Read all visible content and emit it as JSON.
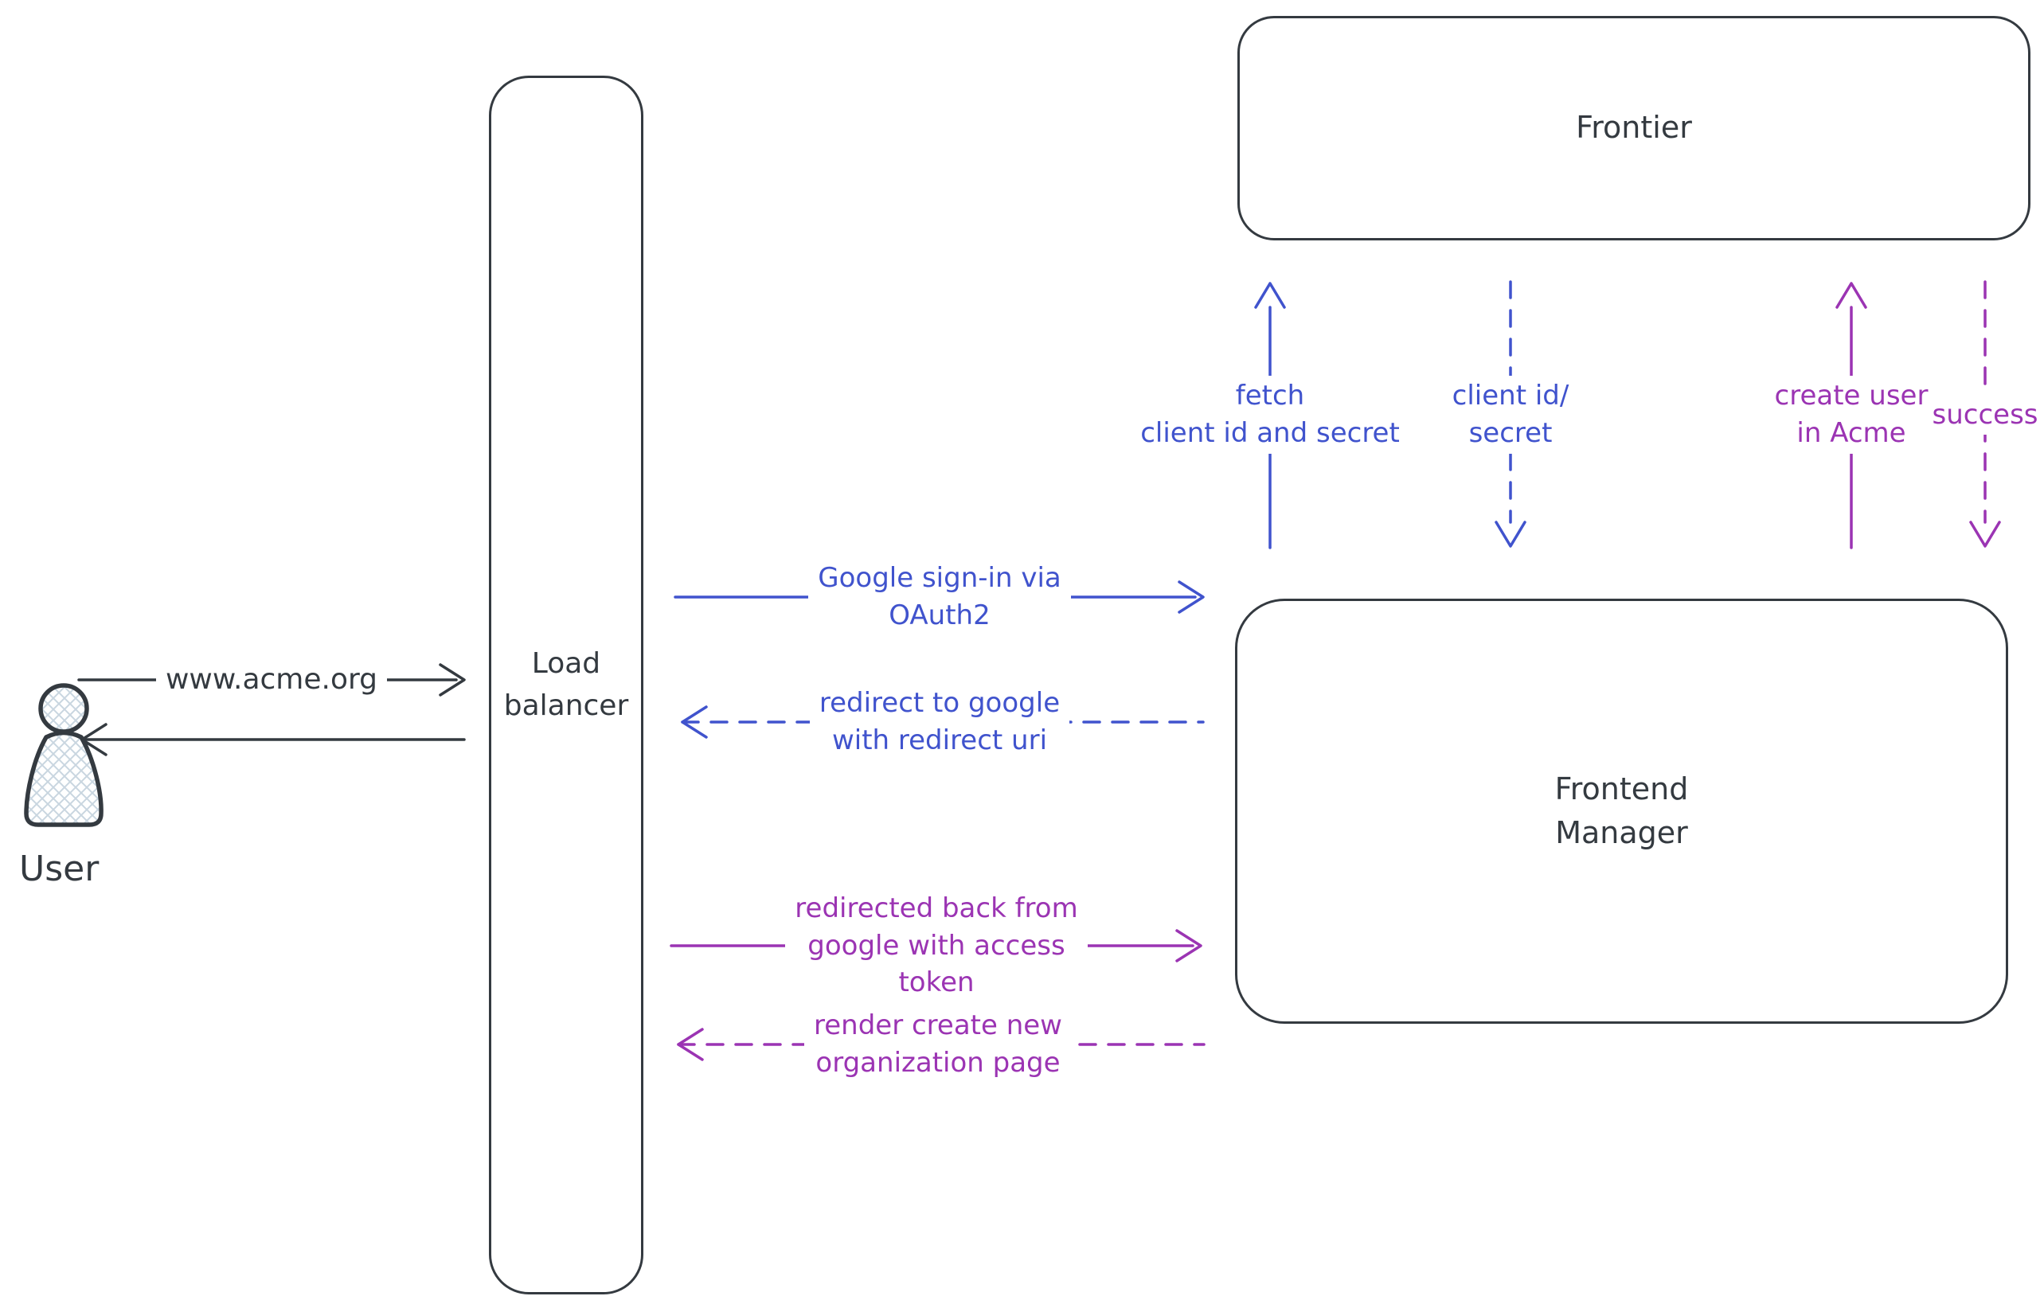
{
  "colors": {
    "ink": "#343a40",
    "blue": "#4053cd",
    "purple": "#9b34b3",
    "hatch": "#c9d6e0"
  },
  "nodes": {
    "user": {
      "label": "User"
    },
    "load_balancer": {
      "lines": [
        "Load",
        "balancer"
      ]
    },
    "frontier": {
      "label": "Frontier"
    },
    "frontend_manager": {
      "lines": [
        "Frontend",
        "Manager"
      ]
    }
  },
  "messages": {
    "www": {
      "from": "User",
      "to": "Load balancer",
      "label": "www.acme.org"
    },
    "return_to_user": {
      "from": "Load balancer",
      "to": "User",
      "label": ""
    },
    "google_signin": {
      "from": "Load balancer",
      "to": "Frontend Manager",
      "lines": [
        "Google sign-in via",
        "OAuth2"
      ]
    },
    "redirect_google": {
      "from": "Frontend Manager",
      "to": "Load balancer",
      "lines": [
        "redirect to google",
        "with redirect uri"
      ]
    },
    "redirected_back": {
      "from": "Load balancer",
      "to": "Frontend Manager",
      "lines": [
        "redirected back from",
        "google with access",
        "token"
      ]
    },
    "render_org_page": {
      "from": "Frontend Manager",
      "to": "Load balancer",
      "lines": [
        "render create new",
        "organization page"
      ]
    },
    "fetch_client": {
      "from": "Frontend Manager",
      "to": "Frontier",
      "lines": [
        "fetch",
        "client id and secret"
      ]
    },
    "client_id_secret": {
      "from": "Frontier",
      "to": "Frontend Manager",
      "lines": [
        "client id/",
        "secret"
      ]
    },
    "create_user": {
      "from": "Frontend Manager",
      "to": "Frontier",
      "lines": [
        "create user",
        "in Acme"
      ]
    },
    "success": {
      "from": "Frontier",
      "to": "Frontend Manager",
      "label": "success"
    }
  }
}
